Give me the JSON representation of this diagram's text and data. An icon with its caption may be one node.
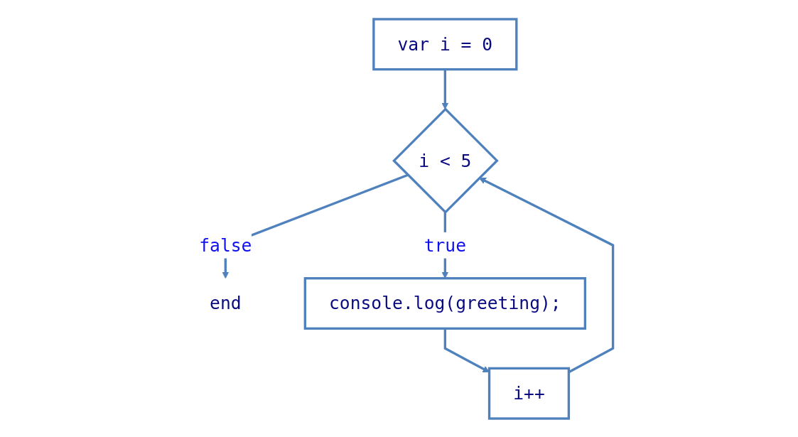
{
  "diagram": {
    "nodes": [
      {
        "text": [
          "var i = 0"
        ]
      },
      {
        "text": [
          "i < 5"
        ]
      },
      {
        "text": [
          "end"
        ]
      },
      {
        "text": [
          "console.log(greeting);"
        ]
      },
      {
        "text": [
          "i++"
        ]
      }
    ],
    "edges": [
      {
        "from": 0,
        "to": 1,
        "arrow": "to"
      },
      {
        "from": 1,
        "to": 2,
        "arrow": "to",
        "label": "false"
      },
      {
        "from": 1,
        "to": 3,
        "arrow": "to",
        "label": "true"
      },
      {
        "from": 3,
        "to": 4,
        "arrow": "to"
      },
      {
        "from": 4,
        "to": 1,
        "arrow": "to"
      }
    ]
  }
}
